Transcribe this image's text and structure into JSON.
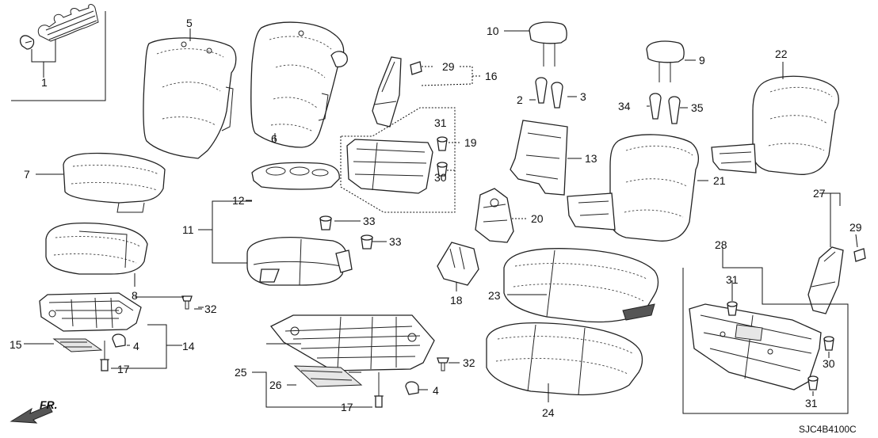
{
  "diagram": {
    "catalog_code": "SJC4B4100C",
    "direction_label": "FR.",
    "callouts": [
      "1",
      "2",
      "3",
      "4",
      "4",
      "5",
      "6",
      "7",
      "8",
      "9",
      "10",
      "11",
      "12",
      "13",
      "14",
      "15",
      "16",
      "17",
      "17",
      "18",
      "19",
      "20",
      "21",
      "22",
      "23",
      "24",
      "25",
      "26",
      "27",
      "28",
      "29",
      "29",
      "30",
      "30",
      "31",
      "31",
      "31",
      "32",
      "32",
      "33",
      "33",
      "34",
      "35"
    ]
  }
}
